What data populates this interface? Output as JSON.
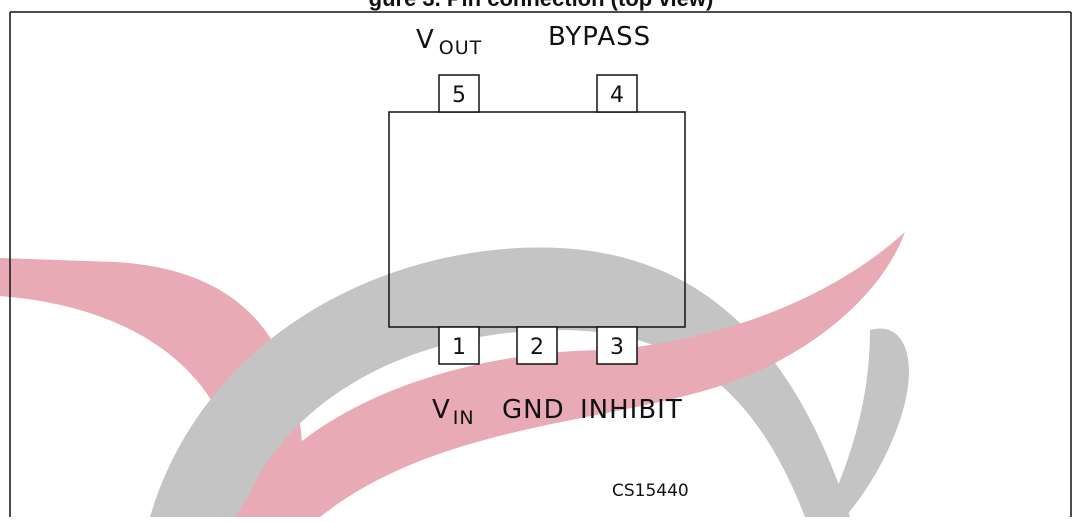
{
  "figure": {
    "title_visible_fragment": "gure 3. Pin connection (top view)",
    "drawing_code": "CS15440"
  },
  "package": {
    "top_pins": [
      {
        "number": "5",
        "signal_main": "V",
        "signal_sub": "OUT"
      },
      {
        "number": "4",
        "signal_main": "BYPASS",
        "signal_sub": ""
      }
    ],
    "bottom_pins": [
      {
        "number": "1",
        "signal_main": "V",
        "signal_sub": "IN"
      },
      {
        "number": "2",
        "signal_main": "GND",
        "signal_sub": ""
      },
      {
        "number": "3",
        "signal_main": "INHIBIT",
        "signal_sub": ""
      }
    ]
  },
  "colors": {
    "watermark_red": "#e8aab4",
    "watermark_gray": "#c4c4c4",
    "outline": "#111111"
  }
}
